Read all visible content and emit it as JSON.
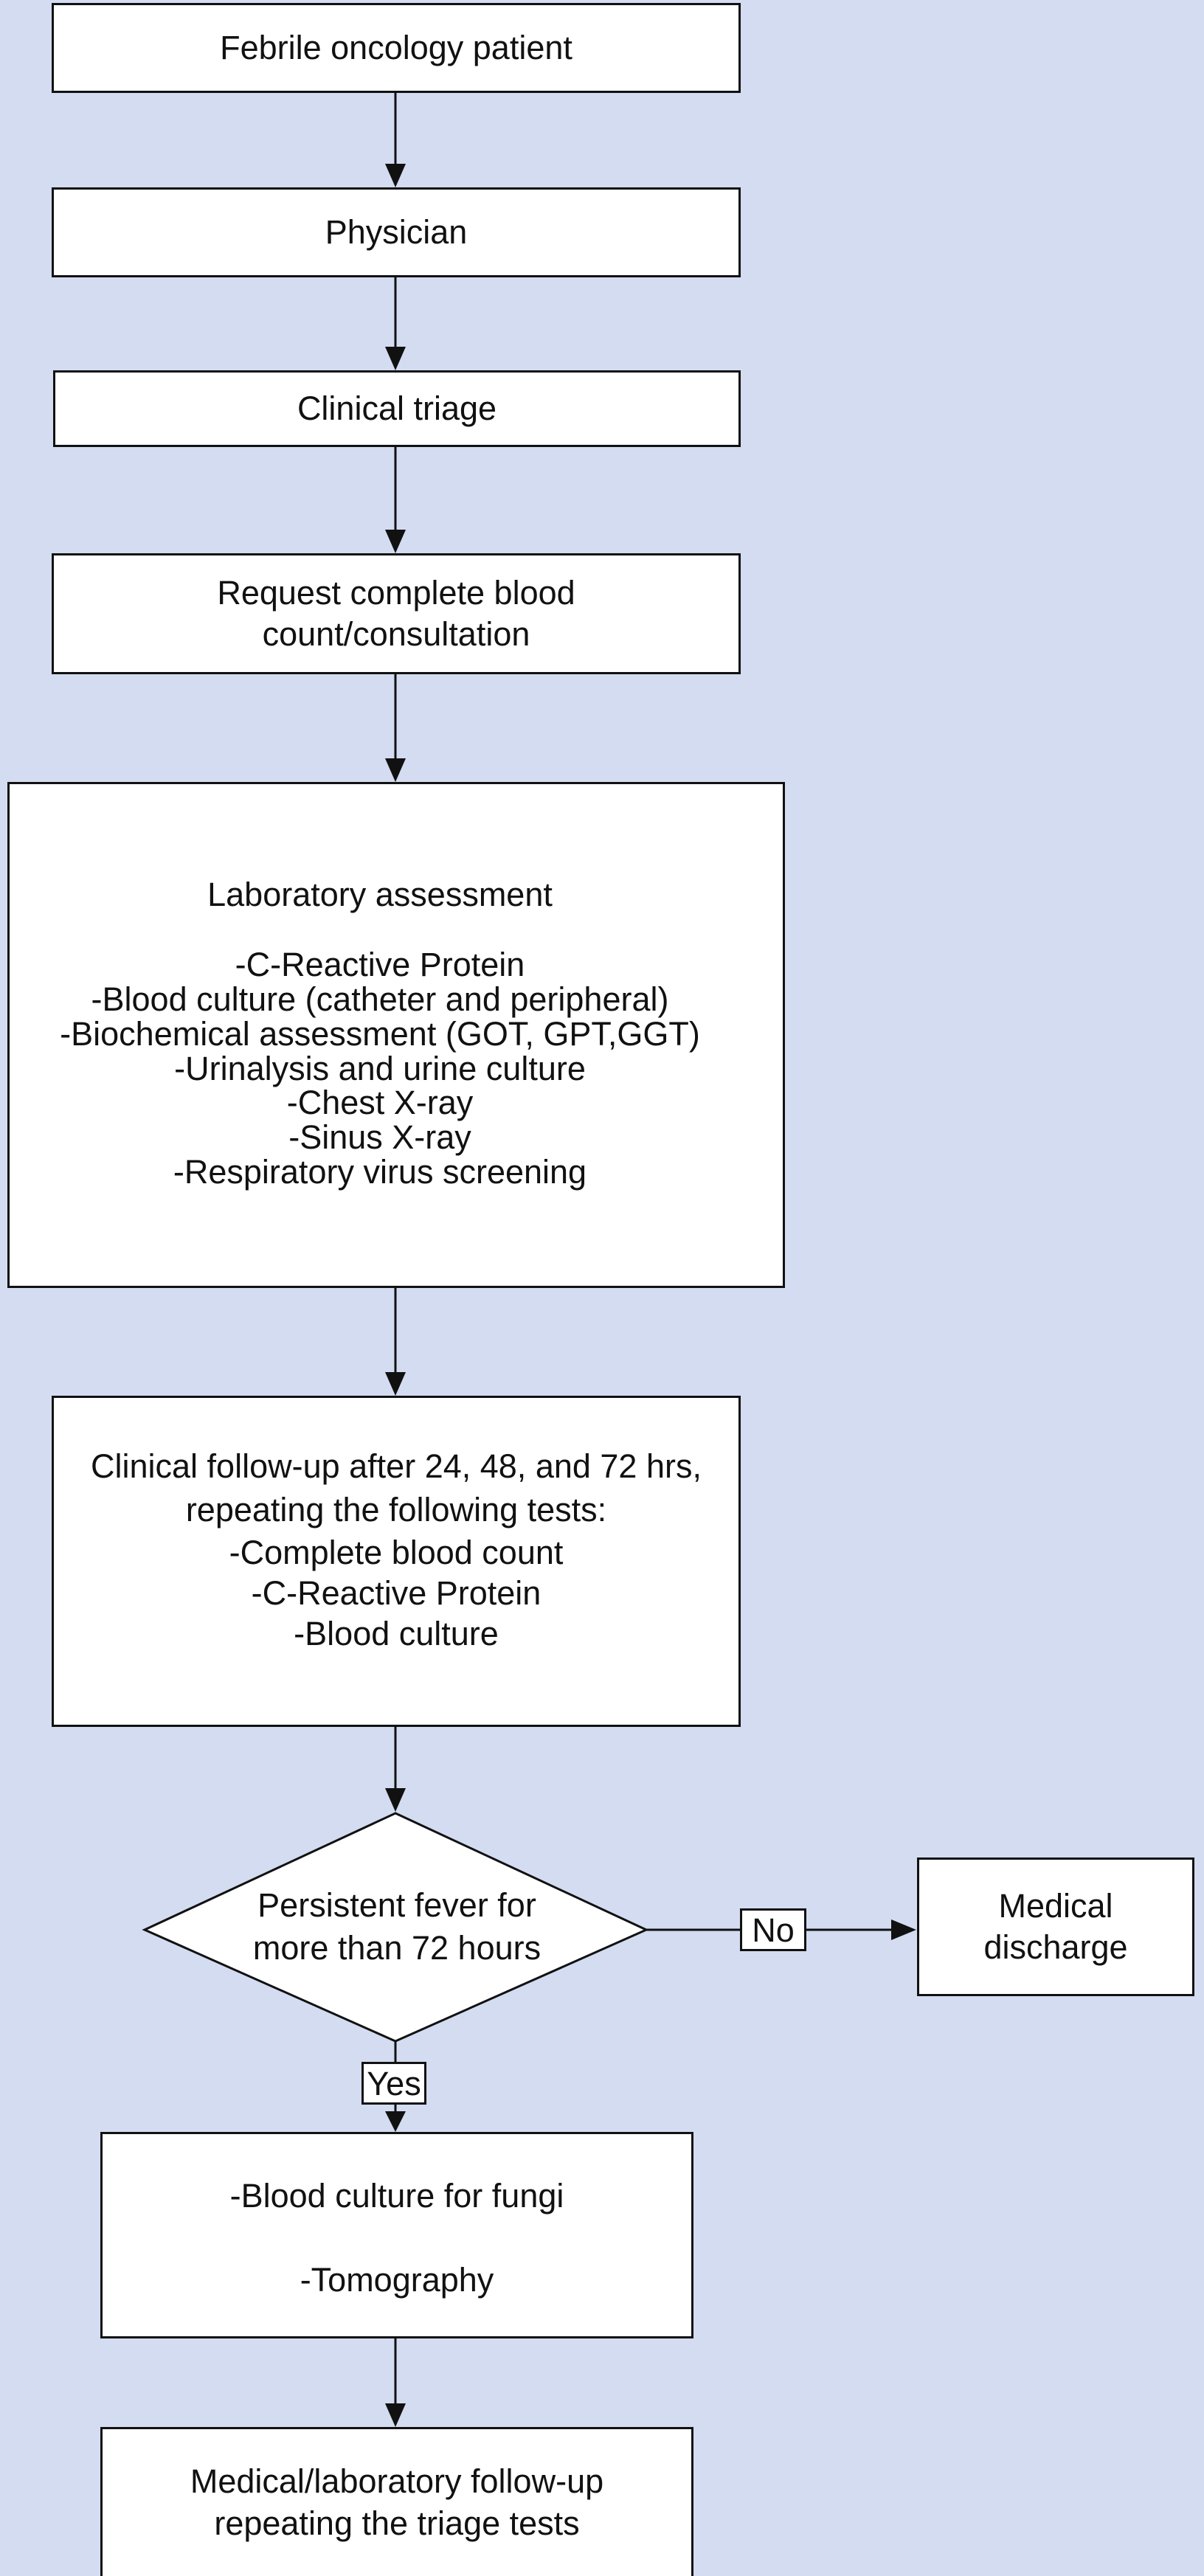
{
  "flowchart": {
    "start": {
      "text": "Febrile oncology patient"
    },
    "physician": {
      "text": "Physician"
    },
    "triage": {
      "text": "Clinical triage"
    },
    "request": {
      "line1": "Request complete blood",
      "line2": "count/consultation"
    },
    "lab": {
      "title": "Laboratory assessment",
      "items": [
        "-C-Reactive Protein",
        "-Blood culture (catheter and peripheral)",
        "-Biochemical assessment (GOT, GPT,GGT)",
        "-Urinalysis and urine culture",
        "-Chest X-ray",
        "-Sinus X-ray",
        "-Respiratory virus screening"
      ]
    },
    "followup": {
      "line1": "Clinical follow-up after 24, 48, and 72 hrs,",
      "line2": "repeating the following tests:",
      "items": [
        "-Complete blood count",
        "-C-Reactive Protein",
        "-Blood culture"
      ]
    },
    "decision": {
      "line1": "Persistent fever for",
      "line2": "more than 72 hours"
    },
    "no_label": "No",
    "yes_label": "Yes",
    "discharge": {
      "line1": "Medical",
      "line2": "discharge"
    },
    "fungi": {
      "item1": "-Blood culture for fungi",
      "item2": "-Tomography"
    },
    "final": {
      "line1": "Medical/laboratory follow-up",
      "line2": "repeating the triage tests"
    }
  }
}
